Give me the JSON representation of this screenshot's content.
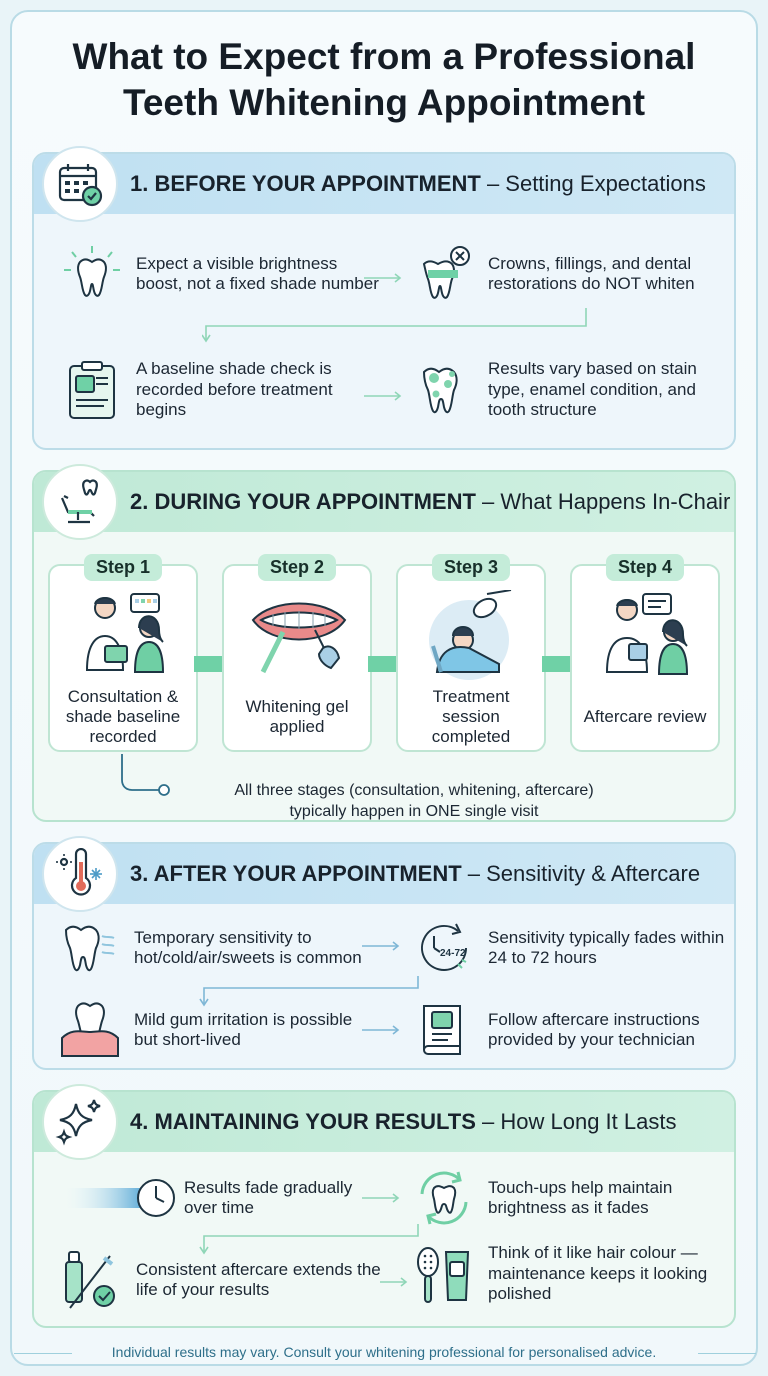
{
  "title": {
    "line1": "What to Expect from a Professional",
    "line2_bold": "Teeth Whitening",
    "line2_rest": " Appointment"
  },
  "sections": [
    {
      "heading_bold": "1. BEFORE YOUR APPOINTMENT",
      "heading_rest": " – Setting Expectations",
      "icon": "calendar-check-icon",
      "items": [
        {
          "icon": "shining-tooth-icon",
          "text": "Expect a visible brightness boost, not a fixed shade number"
        },
        {
          "icon": "crown-tooth-x-icon",
          "text": "Crowns, fillings, and dental restorations do NOT whiten"
        },
        {
          "icon": "clipboard-chart-icon",
          "text": "A baseline shade check is recorded before treatment begins"
        },
        {
          "icon": "stained-tooth-icon",
          "text": "Results vary based on stain type, enamel condition, and tooth structure"
        }
      ]
    },
    {
      "heading_bold": "2. DURING YOUR APPOINTMENT",
      "heading_rest": " – What Happens In-Chair",
      "icon": "dental-chair-icon",
      "steps": [
        {
          "tag": "Step 1",
          "caption": "Consultation & shade baseline recorded",
          "icon": "consultation-icon"
        },
        {
          "tag": "Step 2",
          "caption": "Whitening gel applied",
          "icon": "gel-application-icon"
        },
        {
          "tag": "Step 3",
          "caption": "Treatment session completed",
          "icon": "light-treatment-icon"
        },
        {
          "tag": "Step 4",
          "caption": "Aftercare review",
          "icon": "review-icon"
        }
      ],
      "note_line1": "All three stages (consultation, whitening, aftercare)",
      "note_line2": "typically happen in ONE single visit"
    },
    {
      "heading_bold": "3. AFTER YOUR APPOINTMENT",
      "heading_rest": " – Sensitivity & Aftercare",
      "icon": "thermometer-icon",
      "items": [
        {
          "icon": "sensitive-tooth-icon",
          "text": "Temporary sensitivity to hot/cold/air/sweets is common"
        },
        {
          "icon": "clock-24-72-icon",
          "text": "Sensitivity typically fades within 24 to 72 hours",
          "clock_label": "24-72"
        },
        {
          "icon": "gum-irritation-icon",
          "text": "Mild gum irritation is possible but short-lived"
        },
        {
          "icon": "instruction-book-icon",
          "text": "Follow aftercare instructions provided by your technician"
        }
      ]
    },
    {
      "heading_bold": "4. MAINTAINING YOUR RESULTS",
      "heading_rest": " – How Long It Lasts",
      "icon": "sparkle-icon",
      "items": [
        {
          "icon": "fading-clock-icon",
          "text": "Results fade gradually over time"
        },
        {
          "icon": "refresh-tooth-icon",
          "text": "Touch-ups help maintain brightness as it fades"
        },
        {
          "icon": "toothpaste-brush-icon",
          "text": "Consistent aftercare extends the life of your results"
        },
        {
          "icon": "hairbrush-tube-icon",
          "text": "Think of it like hair colour — maintenance keeps it looking polished"
        }
      ]
    }
  ],
  "footer": "Individual results may vary. Consult your whitening professional for personalised advice.",
  "colors": {
    "blue_header": "#bfe0f2",
    "green_header": "#bfe9d6",
    "accent_green": "#5fcf9f",
    "accent_blue": "#7fb7d6",
    "ink": "#1c2733"
  }
}
